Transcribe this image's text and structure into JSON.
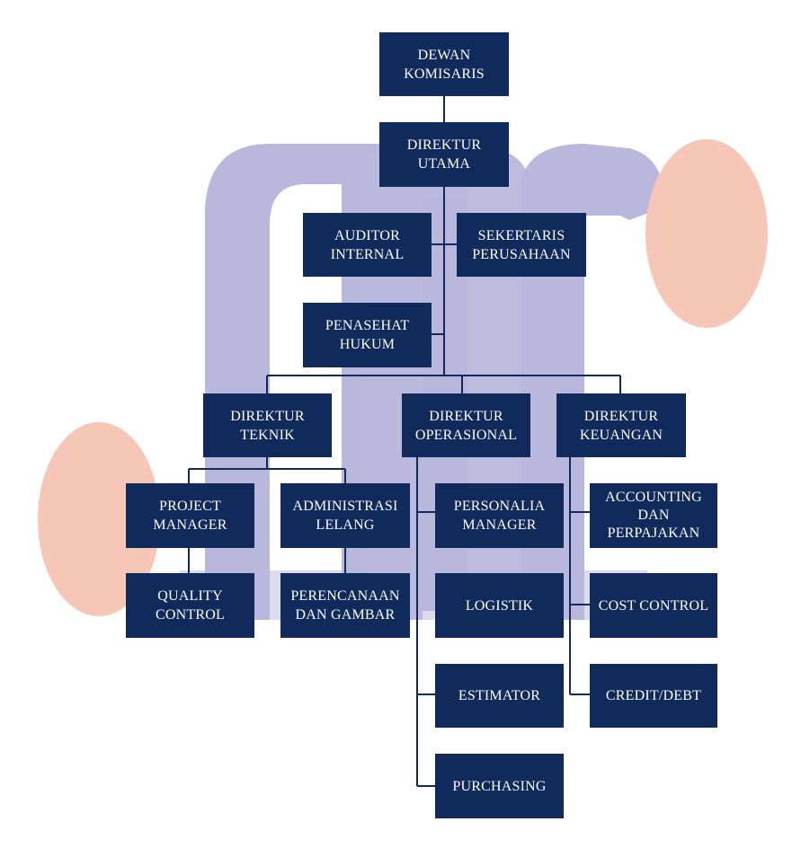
{
  "org_chart": {
    "dewan_komisaris": "DEWAN\nKOMISARIS",
    "direktur_utama": "DIREKTUR\nUTAMA",
    "auditor_internal": "AUDITOR\nINTERNAL",
    "sekertaris_perusahaan": "SEKERTARIS\nPERUSAHAAN",
    "penasehat_hukum": "PENASEHAT\nHUKUM",
    "direktur_teknik": "DIREKTUR\nTEKNIK",
    "direktur_operasional": "DIREKTUR\nOPERASIONAL",
    "direktur_keuangan": "DIREKTUR\nKEUANGAN",
    "project_manager": "PROJECT\nMANAGER",
    "administrasi_lelang": "ADMINISTRASI\nLELANG",
    "quality_control": "QUALITY\nCONTROL",
    "perencanaan_dan_gambar": "PERENCANAAN\nDAN GAMBAR",
    "personalia_manager": "PERSONALIA\nMANAGER",
    "logistik": "LOGISTIK",
    "estimator": "ESTIMATOR",
    "purchasing": "PURCHASING",
    "accounting_dan_perpajakan": "ACCOUNTING\nDAN\nPERPAJAKAN",
    "cost_control": "COST CONTROL",
    "credit_debt": "CREDIT/DEBT"
  },
  "colors": {
    "box": "#102a5c",
    "box_text": "#ffffff",
    "line": "#102a5c",
    "watermark_purple": "#b9b8dc",
    "watermark_salmon": "#f6c6b6"
  }
}
